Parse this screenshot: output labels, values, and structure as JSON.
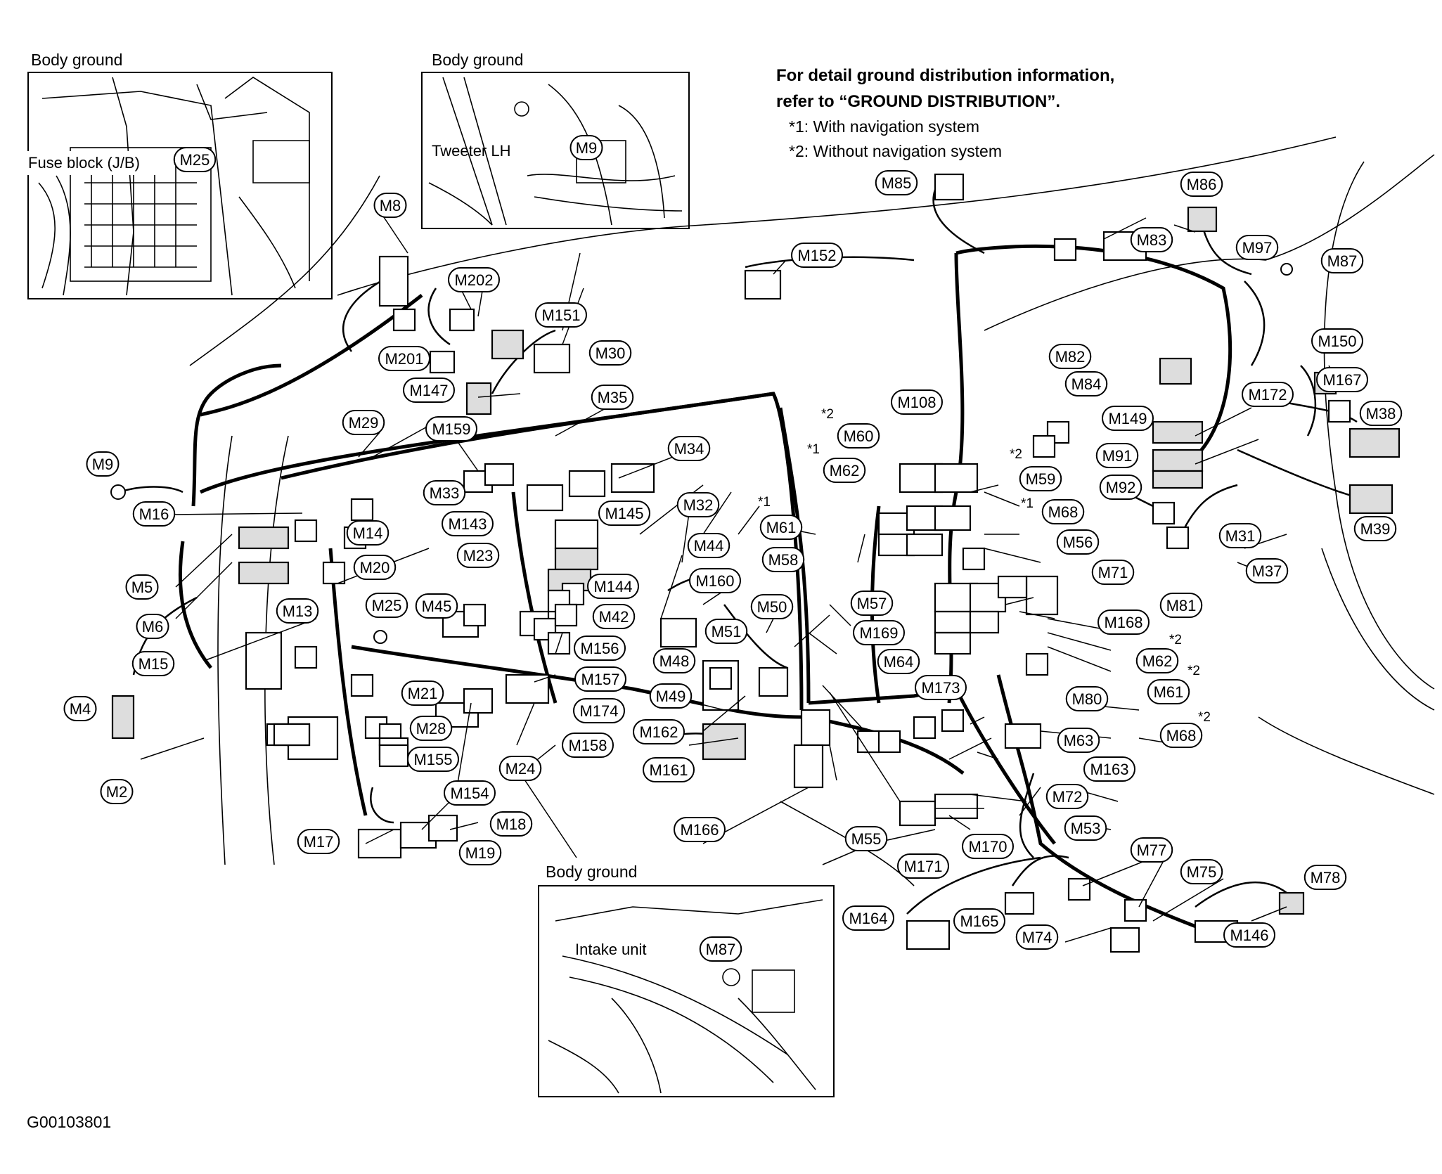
{
  "notes": {
    "line1": "For detail ground distribution information,",
    "line2": "refer to “GROUND DISTRIBUTION”.",
    "line3": "*1: With navigation system",
    "line4": "*2: Without navigation system"
  },
  "insets": {
    "top_left": {
      "title": "Body ground",
      "text": "Fuse block (J/B)",
      "tag": "M25"
    },
    "top_middle": {
      "title": "Body ground",
      "text": "Tweeter LH",
      "tag": "M9"
    },
    "bottom": {
      "title": "Body ground",
      "text": "Intake unit",
      "tag": "M87"
    }
  },
  "figure_code": "G00103801",
  "connectors": [
    "M8",
    "M202",
    "M152",
    "M151",
    "M30",
    "M201",
    "M147",
    "M35",
    "M29",
    "M159",
    "M9",
    "M16",
    "M33",
    "M34",
    "M14",
    "M143",
    "M5",
    "M20",
    "M23",
    "M6",
    "M13",
    "M45",
    "M25",
    "M15",
    "M4",
    "M21",
    "M28",
    "M2",
    "M155",
    "M154",
    "M24",
    "M17",
    "M19",
    "M18",
    "M145",
    "M32",
    "M61",
    "M44",
    "M144",
    "M160",
    "M42",
    "M156",
    "M157",
    "M174",
    "M158",
    "M48",
    "M50",
    "M51",
    "M49",
    "M162",
    "M161",
    "M166",
    "M85",
    "M86",
    "M87",
    "M83",
    "M97",
    "M150",
    "M167",
    "M82",
    "M84",
    "M108",
    "M149",
    "M172",
    "M38",
    "M60",
    "M91",
    "M92",
    "M62",
    "M59",
    "M68",
    "M58",
    "M56",
    "M71",
    "M57",
    "M169",
    "M64",
    "M173",
    "M81",
    "M168",
    "M80",
    "M63",
    "M163",
    "M72",
    "M53",
    "M55",
    "M170",
    "M171",
    "M77",
    "M75",
    "M78",
    "M164",
    "M165",
    "M74",
    "M146",
    "M31",
    "M37",
    "M39"
  ],
  "asterisks": {
    "a1": "*2",
    "a2": "*1",
    "a3": "*1",
    "a4": "*2",
    "a5": "*1",
    "a6": "*2",
    "a7": "*2",
    "a8": "*2"
  }
}
